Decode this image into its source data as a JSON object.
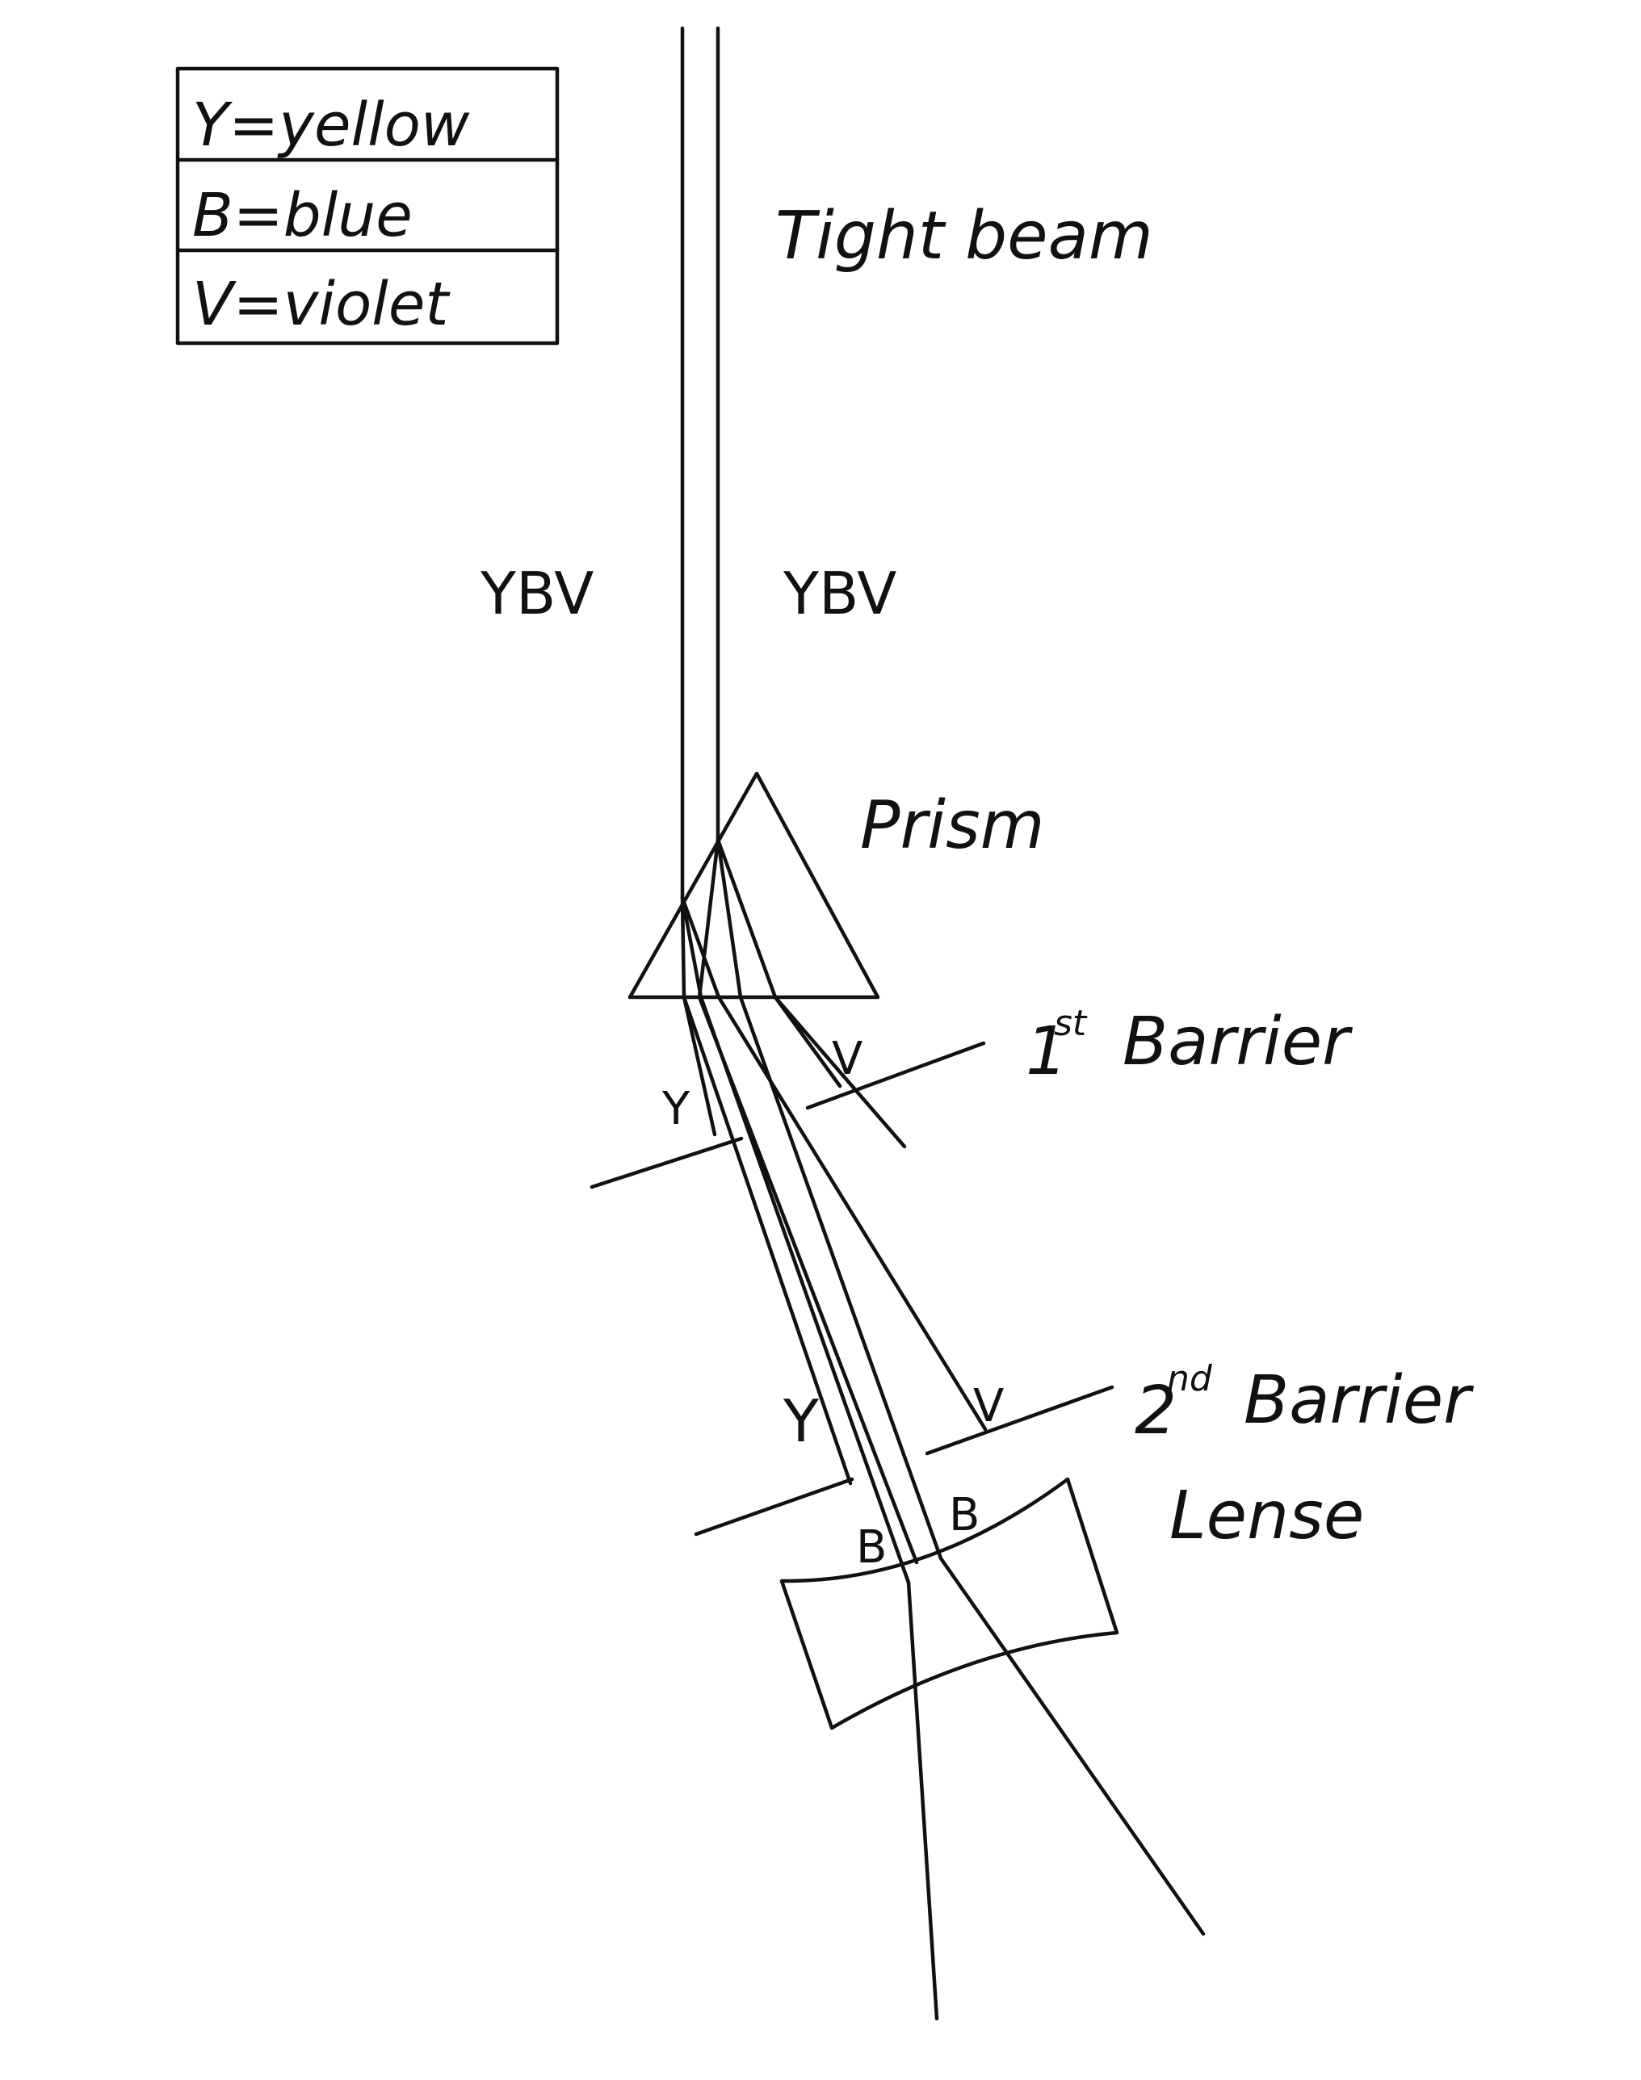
{
  "legend": {
    "rows": [
      "Y=yellow",
      "B=blue",
      "V=violet"
    ]
  },
  "labels": {
    "tight_beam": "Tight beam",
    "beam_left_colors": "YBV",
    "beam_right_colors": "YBV",
    "prism": "Prism",
    "first_barrier_ordinal": "1",
    "first_barrier_sup": "st",
    "first_barrier_word": "Barrier",
    "second_barrier_ordinal": "2",
    "second_barrier_sup": "nd",
    "second_barrier_word": "Barrier",
    "lense": "Lense",
    "y_first": "Y",
    "v_first": "V",
    "y_second": "Y",
    "v_second": "V",
    "b_left": "B",
    "b_right": "B"
  },
  "colors": {
    "ink": "#111111",
    "background": "#ffffff"
  }
}
